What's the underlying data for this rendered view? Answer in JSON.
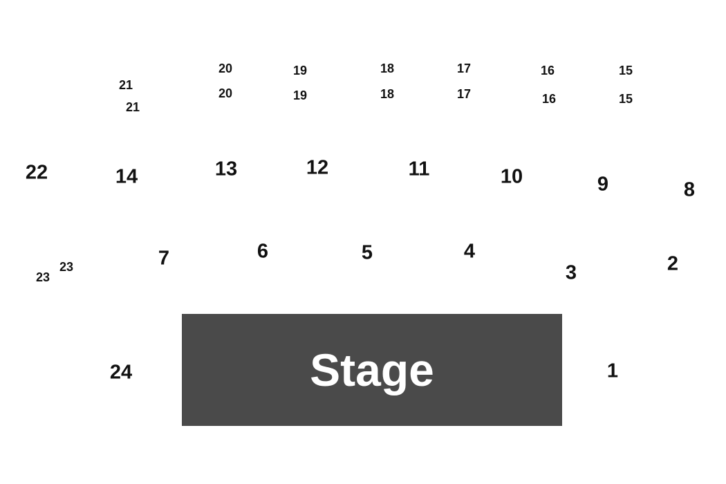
{
  "stage": {
    "label": "Stage",
    "fill": "#4a4a4a"
  },
  "sections": {
    "s1": "1",
    "s2": "2",
    "s3": "3",
    "s4": "4",
    "s5": "5",
    "s6": "6",
    "s7": "7",
    "s8": "8",
    "s9": "9",
    "s10": "10",
    "s11": "11",
    "s12": "12",
    "s13": "13",
    "s14": "14",
    "s15": "15",
    "s16": "16",
    "s17": "17",
    "s18": "18",
    "s19": "19",
    "s20": "20",
    "s21": "21",
    "s22": "22",
    "s23": "23",
    "s24": "24"
  }
}
